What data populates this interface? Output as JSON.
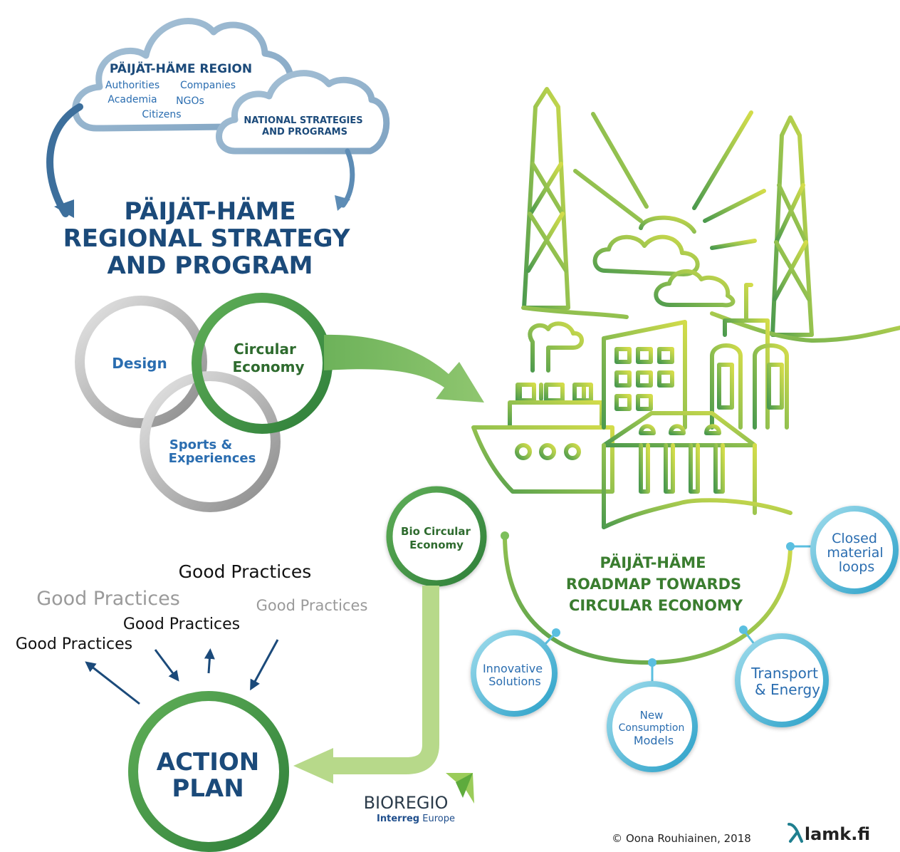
{
  "region_cloud": {
    "title": "PÄIJÄT-HÄME REGION",
    "item_authorities": "Authorities",
    "item_companies": "Companies",
    "item_academia": "Academia",
    "item_ngos": "NGOs",
    "item_citizens": "Citizens"
  },
  "national_cloud": {
    "line1": "NATIONAL STRATEGIES",
    "line2": "AND PROGRAMS"
  },
  "strategy_title": {
    "line1": "PÄIJÄT-HÄME",
    "line2": "REGIONAL STRATEGY",
    "line3": "AND PROGRAM"
  },
  "venn": {
    "design": "Design",
    "circular_line1": "Circular",
    "circular_line2": "Economy",
    "sports_line1": "Sports &",
    "sports_line2": "Experiences"
  },
  "roadmap": {
    "line1": "PÄIJÄT-HÄME",
    "line2": "ROADMAP TOWARDS",
    "line3": "CIRCULAR ECONOMY"
  },
  "bio_circular": {
    "line1": "Bio Circular",
    "line2": "Economy"
  },
  "themes": {
    "closed_loops": [
      "Closed",
      "material",
      "loops"
    ],
    "innovative": [
      "Innovative",
      "Solutions"
    ],
    "transport": [
      "Transport",
      "& Energy"
    ],
    "consumption": [
      "New",
      "Consumption",
      "Models"
    ]
  },
  "good_practices": {
    "gp1": "Good Practices",
    "gp2": "Good Practices",
    "gp3": "Good Practices",
    "gp4": "Good Practices",
    "gp5": "Good Practices"
  },
  "action_plan": {
    "line1": "ACTION",
    "line2": "PLAN"
  },
  "bioregio": {
    "name": "BIOREGIO",
    "interreg": "Interreg",
    "europe": " Europe"
  },
  "footer": {
    "copyright": "© Oona Rouhiainen, 2018",
    "lamk": "lamk.fi"
  },
  "colors": {
    "navy": "#1b4a7a",
    "blue": "#2a6db0",
    "dark_green": "#2e7d32",
    "green": "#6db25a",
    "lime": "#c9d84a",
    "cyan": "#4fb6d6",
    "gray": "#9a9a9a"
  }
}
